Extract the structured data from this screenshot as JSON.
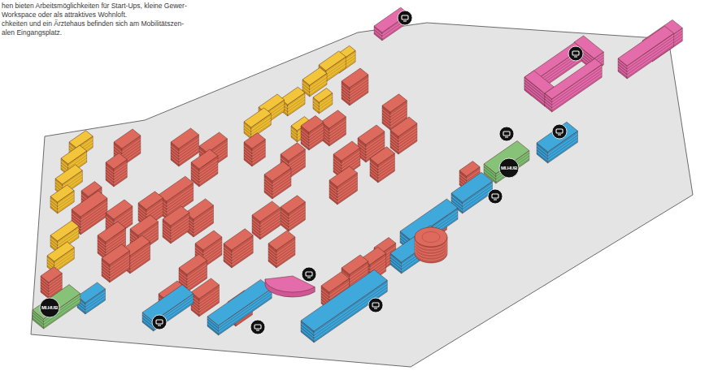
{
  "diagram": {
    "labels": [
      "hen bieten Arbeitsmöglichkeiten für Start-Ups, kleine Gewer-",
      "Workspace oder als attraktives Wohnloft.",
      "chkeiten und ein Ärztehaus befinden sich am Mobilitätszen-",
      "alen Eingangsplatz.",
      "MI.HUB",
      "MI.HUB"
    ]
  }
}
